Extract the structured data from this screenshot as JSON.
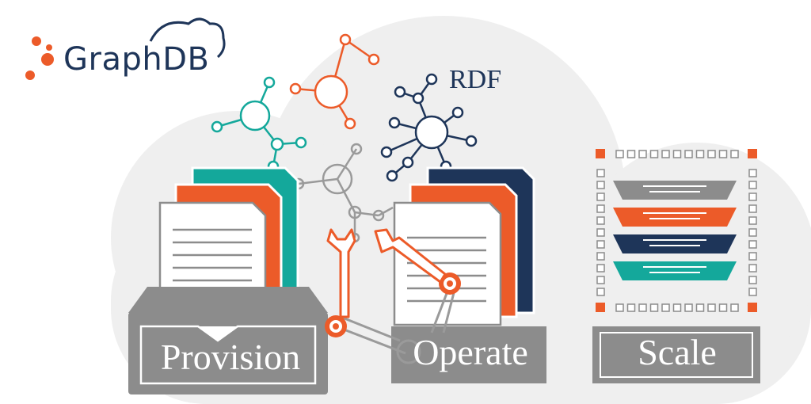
{
  "brand": {
    "name": "GraphDB",
    "colors": {
      "navy": "#1e3559",
      "orange": "#ec5b29",
      "teal": "#14a89b",
      "gray": "#8c8c8c"
    }
  },
  "graph_label": "RDF",
  "boxes": {
    "provision": {
      "label": "Provision"
    },
    "operate": {
      "label": "Operate"
    },
    "scale": {
      "label": "Scale"
    }
  },
  "icons": [
    "cloud-icon",
    "graph-node-icon",
    "document-icon",
    "wrench-icon",
    "robot-arm-icon",
    "server-stack-icon"
  ]
}
